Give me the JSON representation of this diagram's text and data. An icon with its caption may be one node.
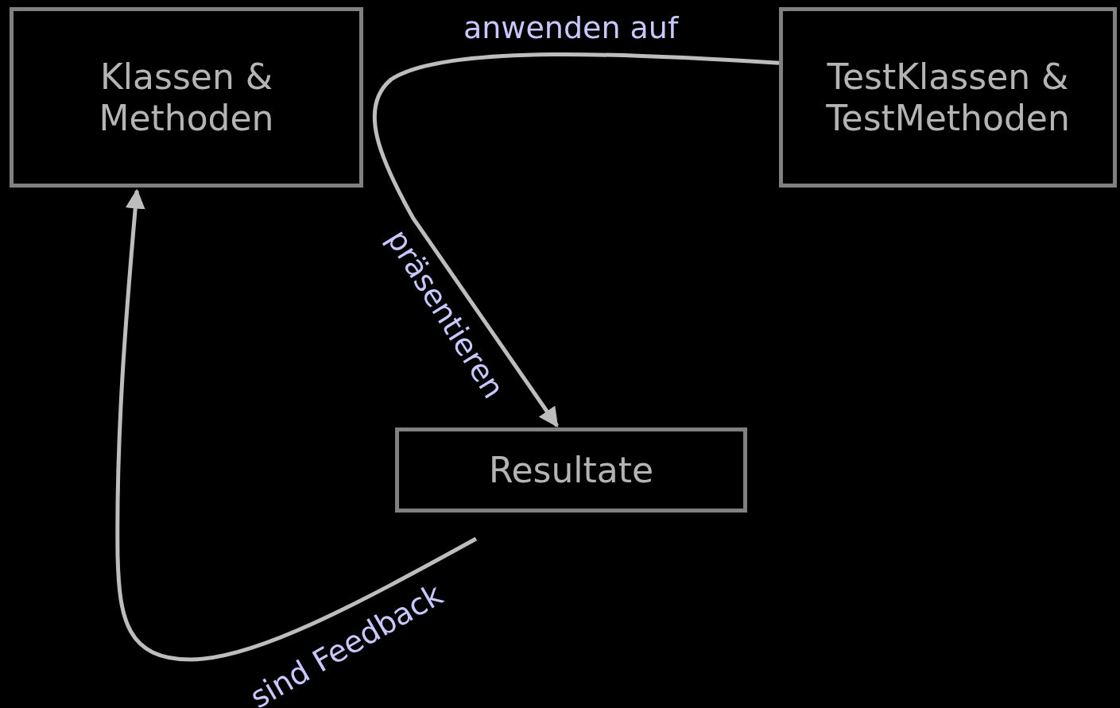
{
  "diagram": {
    "nodes": [
      {
        "text": [
          "Klassen & Methoden"
        ]
      },
      {
        "text": [
          "TestKlassen & TestMethoden"
        ]
      },
      {
        "text": [
          "Resultate"
        ]
      }
    ],
    "edges": [
      {
        "from": 1,
        "to": 2,
        "arrow": "to",
        "label": "anwenden auf"
      },
      {
        "from": 2,
        "to": 0,
        "arrow": "to",
        "label": "sind Feedback"
      }
    ],
    "labels": [
      "präsentieren"
    ]
  }
}
